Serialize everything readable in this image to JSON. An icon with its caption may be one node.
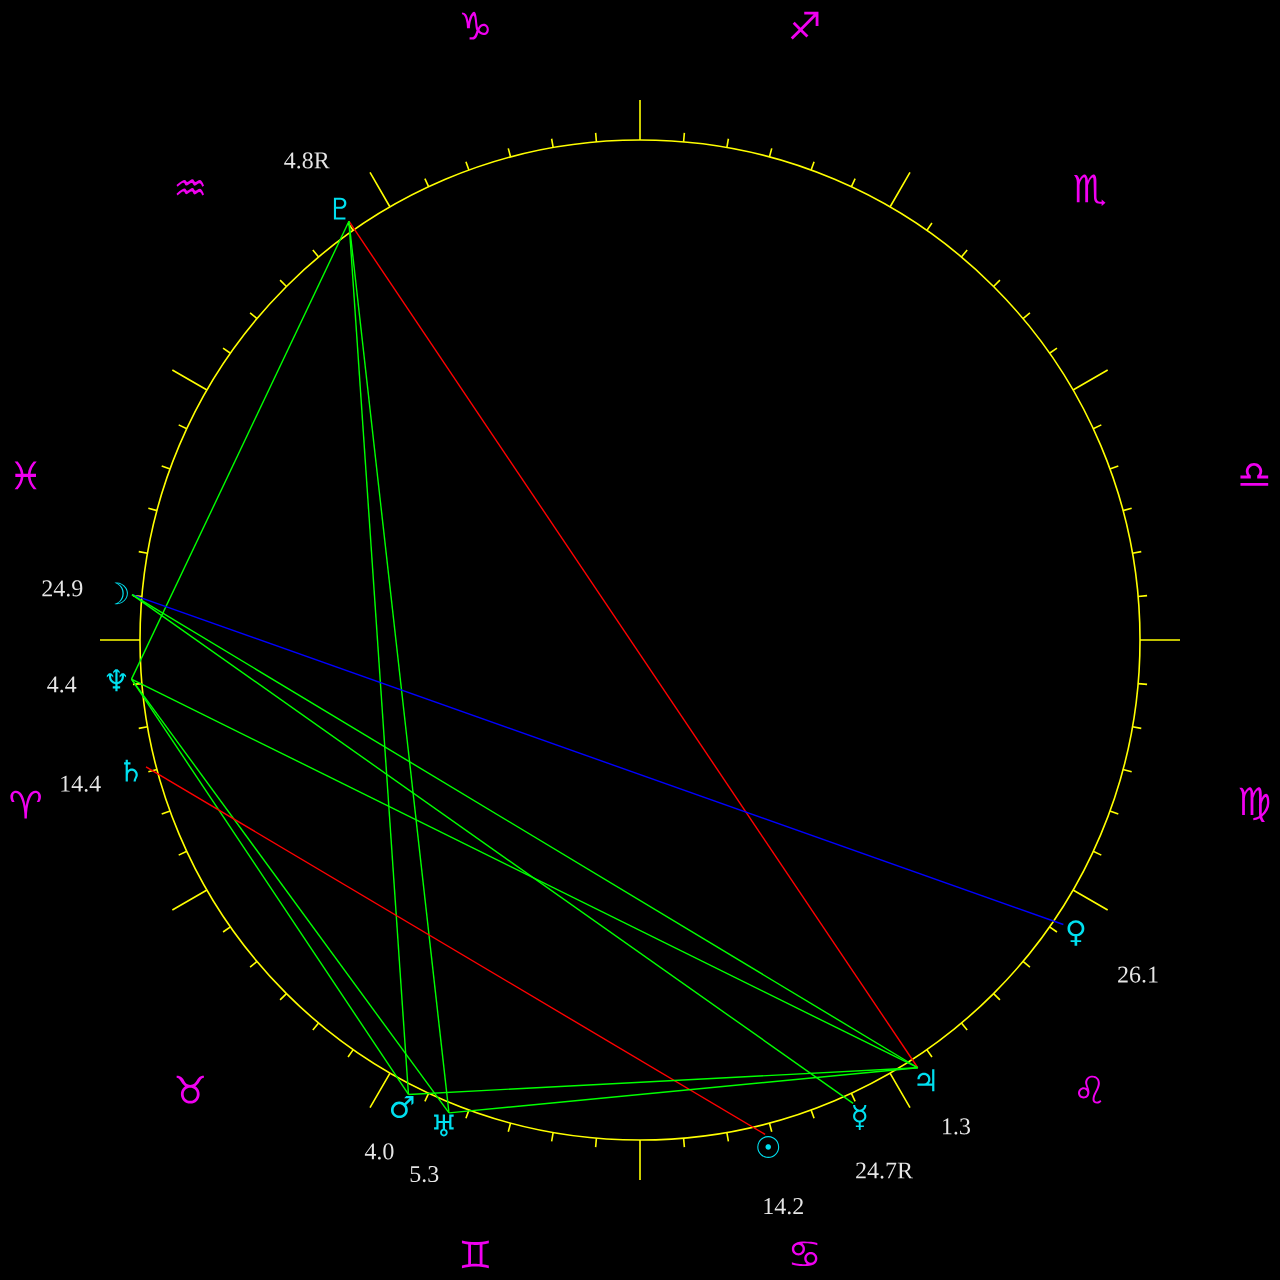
{
  "diagram": {
    "nodes": [
      {
        "text": [
          "♇"
        ],
        "beside": [
          "4.8R"
        ]
      },
      {
        "text": [
          "☽"
        ],
        "beside": [
          "24.9"
        ]
      },
      {
        "text": [
          "♆"
        ],
        "beside": [
          "4.4"
        ]
      },
      {
        "text": [
          "♄"
        ],
        "beside": [
          "14.4"
        ]
      },
      {
        "text": [
          "♀"
        ],
        "beside": [
          "26.1"
        ]
      },
      {
        "text": [
          "♂"
        ],
        "beside": [
          "4.0"
        ]
      },
      {
        "text": [
          "♃"
        ],
        "beside": [
          "1.3"
        ]
      },
      {
        "text": [
          "♅"
        ],
        "beside": [
          "5.3"
        ]
      },
      {
        "text": [
          "☿"
        ],
        "beside": [
          "24.7R"
        ]
      },
      {
        "text": [
          "☉"
        ],
        "beside": [
          "14.2"
        ]
      }
    ],
    "edges": [
      {
        "from": 0,
        "to": 6,
        "arrow": "none",
        "color": "#ff0000"
      },
      {
        "from": 0,
        "to": 2,
        "arrow": "none"
      },
      {
        "from": 0,
        "to": 5,
        "arrow": "none"
      },
      {
        "from": 0,
        "to": 7,
        "arrow": "none"
      },
      {
        "from": 1,
        "to": 4,
        "arrow": "none",
        "color": "#0000ff"
      },
      {
        "from": 1,
        "to": 6,
        "arrow": "none"
      },
      {
        "from": 1,
        "to": 8,
        "arrow": "none"
      },
      {
        "from": 2,
        "to": 5,
        "arrow": "none"
      },
      {
        "from": 2,
        "to": 7,
        "arrow": "none"
      },
      {
        "from": 2,
        "to": 6,
        "arrow": "none"
      },
      {
        "from": 3,
        "to": 9,
        "arrow": "none",
        "color": "#ff0000"
      },
      {
        "from": 5,
        "to": 6,
        "arrow": "none"
      },
      {
        "from": 7,
        "to": 6,
        "arrow": "none"
      }
    ],
    "labels": [
      "♑",
      "♐",
      "♒",
      "♏",
      "♓",
      "♎",
      "♈",
      "♍",
      "♉",
      "♌",
      "♊",
      "♋"
    ]
  }
}
